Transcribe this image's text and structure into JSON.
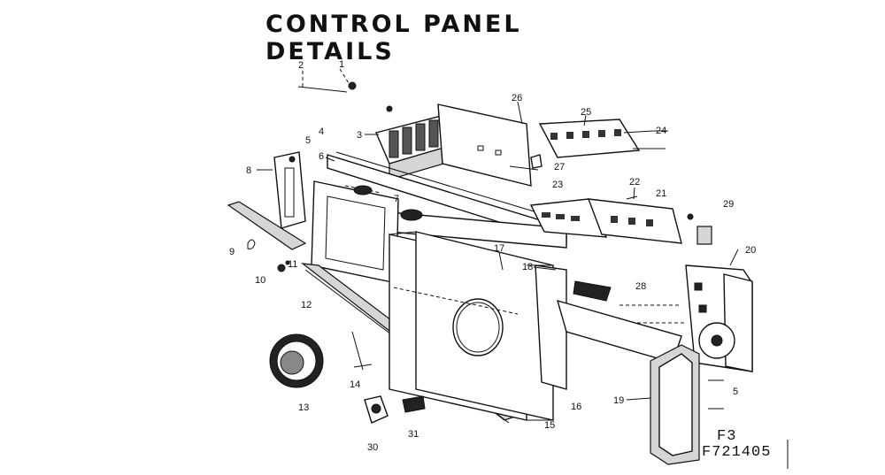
{
  "title": "CONTROL PANEL DETAILS",
  "figure_code": "F3",
  "drawing_number": "F721405",
  "callouts": [
    "1",
    "2",
    "3",
    "4",
    "5",
    "6",
    "7",
    "8",
    "9",
    "10",
    "11",
    "12",
    "13",
    "14",
    "15",
    "16",
    "17",
    "18",
    "19",
    "20",
    "21",
    "22",
    "23",
    "24",
    "25",
    "26",
    "27",
    "28",
    "29",
    "30",
    "31",
    "5"
  ]
}
